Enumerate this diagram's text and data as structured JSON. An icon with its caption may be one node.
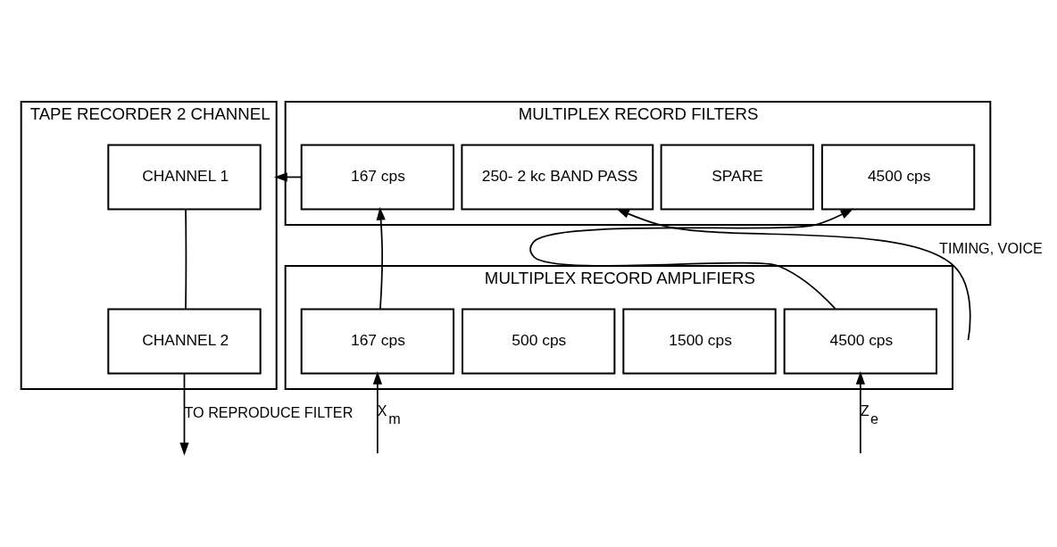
{
  "diagram": {
    "nodes": [
      {
        "text": [
          "MULTIPLEX RECORD FILTERS"
        ]
      },
      {
        "text": [
          "167 cps"
        ],
        "in": 0
      },
      {
        "text": [
          "250- 2 kc BAND PASS"
        ],
        "in": 0
      },
      {
        "text": [
          "SPARE"
        ],
        "in": 0
      },
      {
        "text": [
          "4500 cps"
        ],
        "in": 0
      },
      {
        "text": [
          "TAPE RECORDER 2 CHANNEL"
        ]
      },
      {
        "text": [
          "CHANNEL 1"
        ],
        "in": 5
      },
      {
        "text": [
          "CHANNEL 2"
        ],
        "in": 5
      },
      {
        "text": [
          "MULTIPLEX RECORD AMPLIFIERS"
        ]
      },
      {
        "text": [
          "167 cps"
        ],
        "in": 8
      },
      {
        "text": [
          "500 cps"
        ],
        "in": 8
      },
      {
        "text": [
          "1500 cps"
        ],
        "in": 8
      },
      {
        "text": [
          "4500 cps"
        ],
        "in": 8
      }
    ],
    "edges": [
      {
        "from": 1,
        "to": 5,
        "arrow": "to"
      },
      {
        "from": 9,
        "to": 1,
        "arrow": "to"
      },
      {
        "from": 12,
        "to": 4,
        "arrow": "to"
      },
      {
        "from": null,
        "to": 2,
        "arrow": "to",
        "label": "TIMING, VOICE"
      },
      {
        "from": 6,
        "to": 7,
        "arrow": "none"
      },
      {
        "from": 7,
        "to": null,
        "arrow": "to",
        "label": "TO REPRODUCE FILTER"
      },
      {
        "from": null,
        "to": 9,
        "arrow": "to",
        "label": "X$_{m}$"
      },
      {
        "from": null,
        "to": 12,
        "arrow": "to",
        "label": "Z$_{e}$"
      }
    ]
  }
}
